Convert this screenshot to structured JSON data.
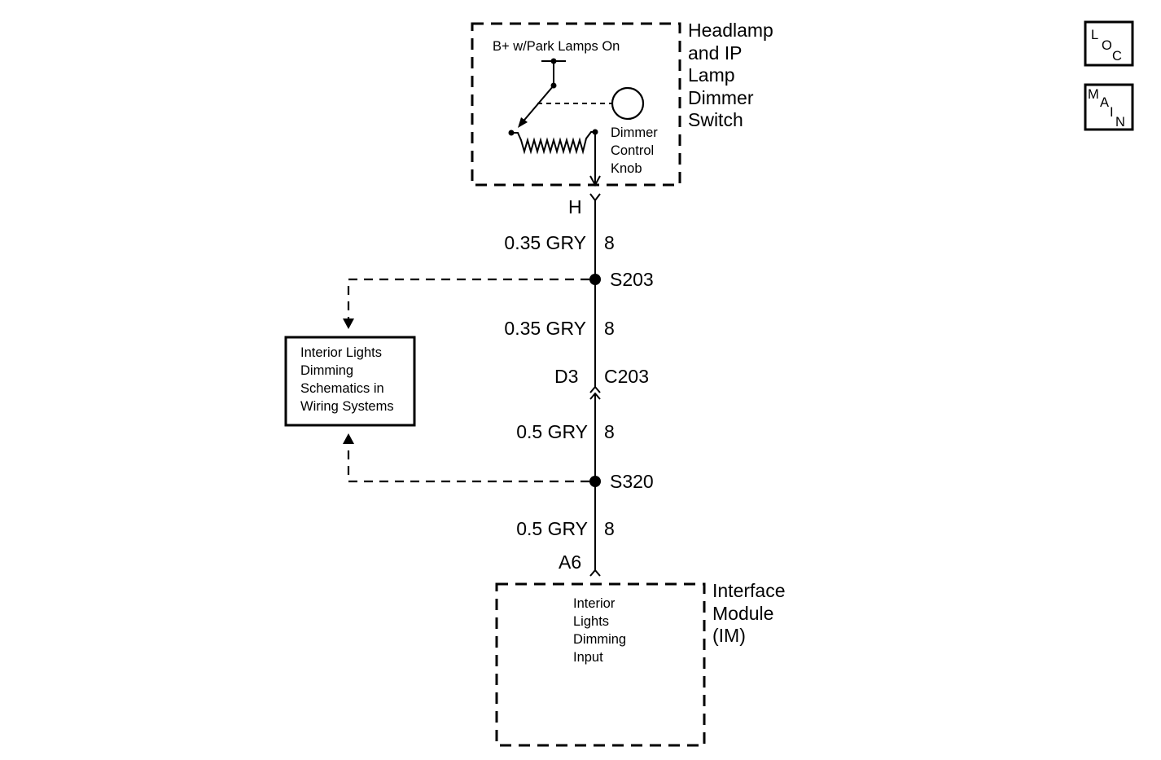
{
  "dimmer_switch": {
    "title_lines": [
      "Headlamp",
      "and IP",
      "Lamp",
      "Dimmer",
      "Switch"
    ],
    "supply_label": "B+ w/Park Lamps On",
    "knob_label_lines": [
      "Dimmer",
      "Control",
      "Knob"
    ],
    "connector_pin": "H"
  },
  "wire_segments": [
    {
      "gauge_color": "0.35 GRY",
      "circuit": "8"
    },
    {
      "gauge_color": "0.35 GRY",
      "circuit": "8"
    },
    {
      "gauge_color": "0.5 GRY",
      "circuit": "8"
    },
    {
      "gauge_color": "0.5 GRY",
      "circuit": "8"
    }
  ],
  "splices": {
    "upper": "S203",
    "lower": "S320"
  },
  "inline_connector": {
    "pin": "D3",
    "name": "C203"
  },
  "reference_box": {
    "lines": [
      "Interior Lights",
      "Dimming",
      "Schematics in",
      "Wiring Systems"
    ]
  },
  "interface_module": {
    "title_lines": [
      "Interface",
      "Module",
      "(IM)"
    ],
    "input_lines": [
      "Interior",
      "Lights",
      "Dimming",
      "Input"
    ],
    "connector_pin": "A6"
  },
  "nav_buttons": {
    "loc": [
      "L",
      "O",
      "C"
    ],
    "main": [
      "M",
      "A",
      "I",
      "N"
    ]
  }
}
